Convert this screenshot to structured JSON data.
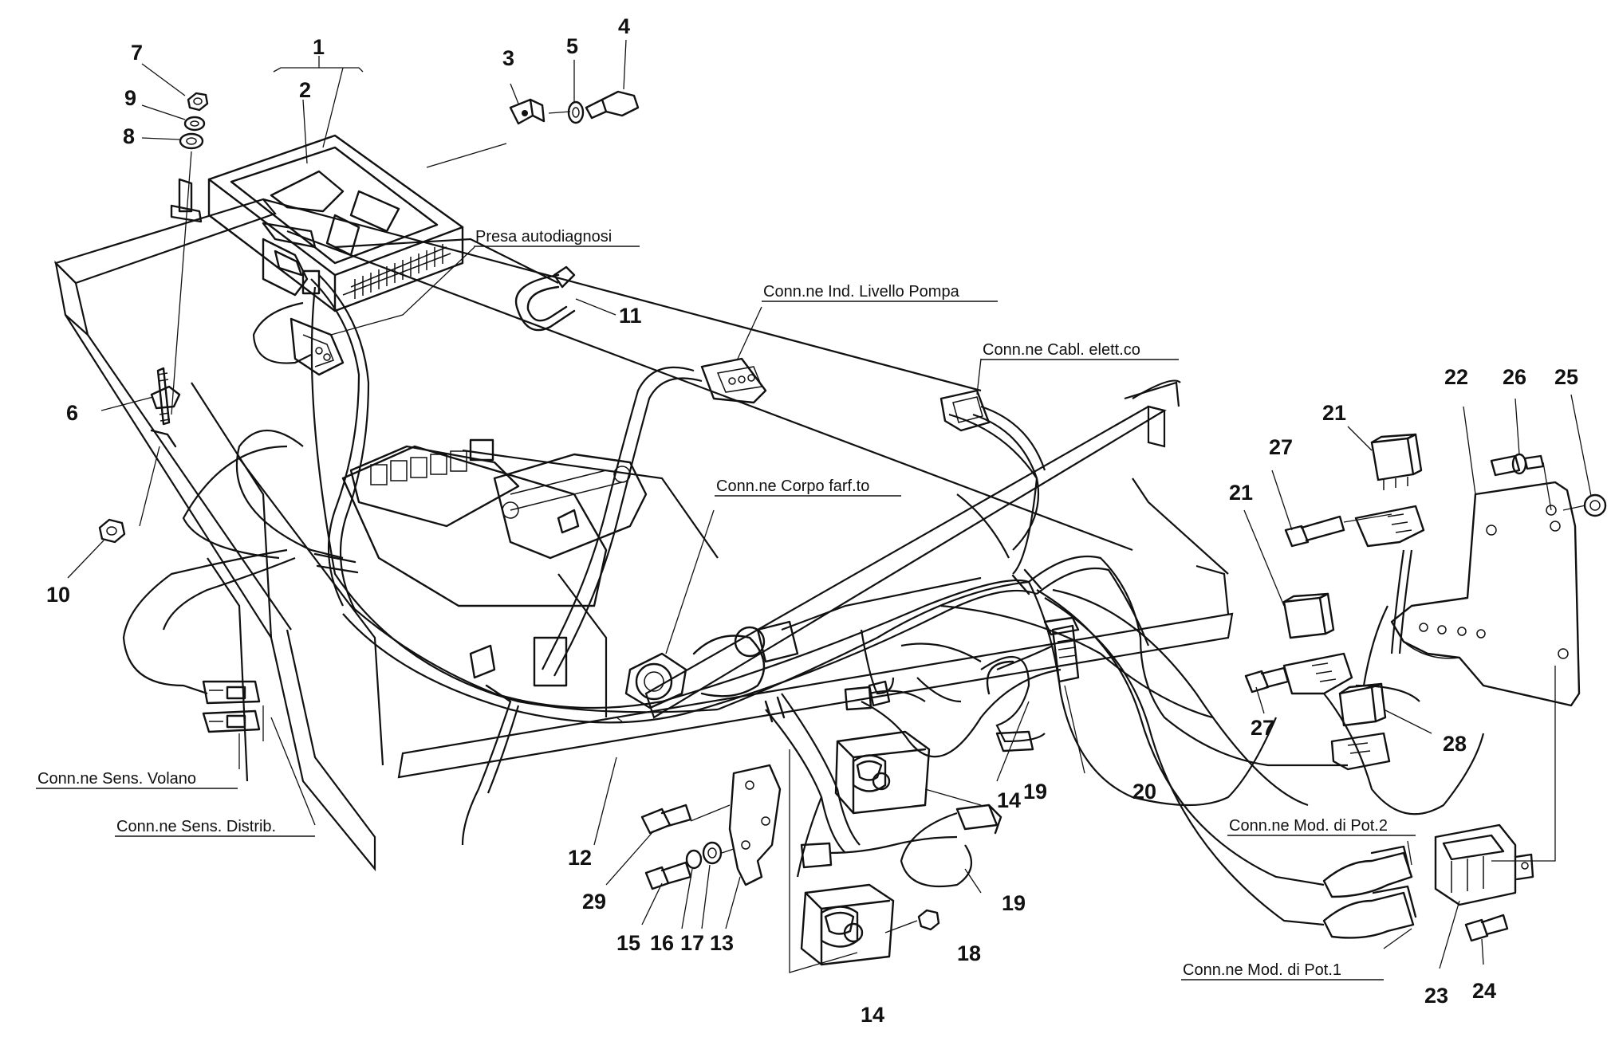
{
  "labels": {
    "presa_autodiagnosi": "Presa autodiagnosi",
    "conn_livello_pompa": "Conn.ne Ind. Livello Pompa",
    "conn_cabl_elett": "Conn.ne Cabl. elett.co",
    "conn_corpo_farf": "Conn.ne Corpo farf.to",
    "conn_sens_volano": "Conn.ne Sens. Volano",
    "conn_sens_distrib": "Conn.ne Sens. Distrib.",
    "conn_mod_pot2": "Conn.ne Mod. di Pot.2",
    "conn_mod_pot1": "Conn.ne Mod. di Pot.1"
  },
  "callouts": {
    "c1": "1",
    "c2": "2",
    "c3": "3",
    "c4": "4",
    "c5": "5",
    "c6": "6",
    "c7": "7",
    "c8": "8",
    "c9": "9",
    "c10": "10",
    "c11": "11",
    "c12": "12",
    "c13": "13",
    "c14a": "14",
    "c14b": "14",
    "c15": "15",
    "c16": "16",
    "c17": "17",
    "c18": "18",
    "c19a": "19",
    "c19b": "19",
    "c20": "20",
    "c21a": "21",
    "c21b": "21",
    "c22": "22",
    "c23": "23",
    "c24": "24",
    "c25": "25",
    "c26": "26",
    "c27a": "27",
    "c27b": "27",
    "c28": "28",
    "c29": "29"
  }
}
